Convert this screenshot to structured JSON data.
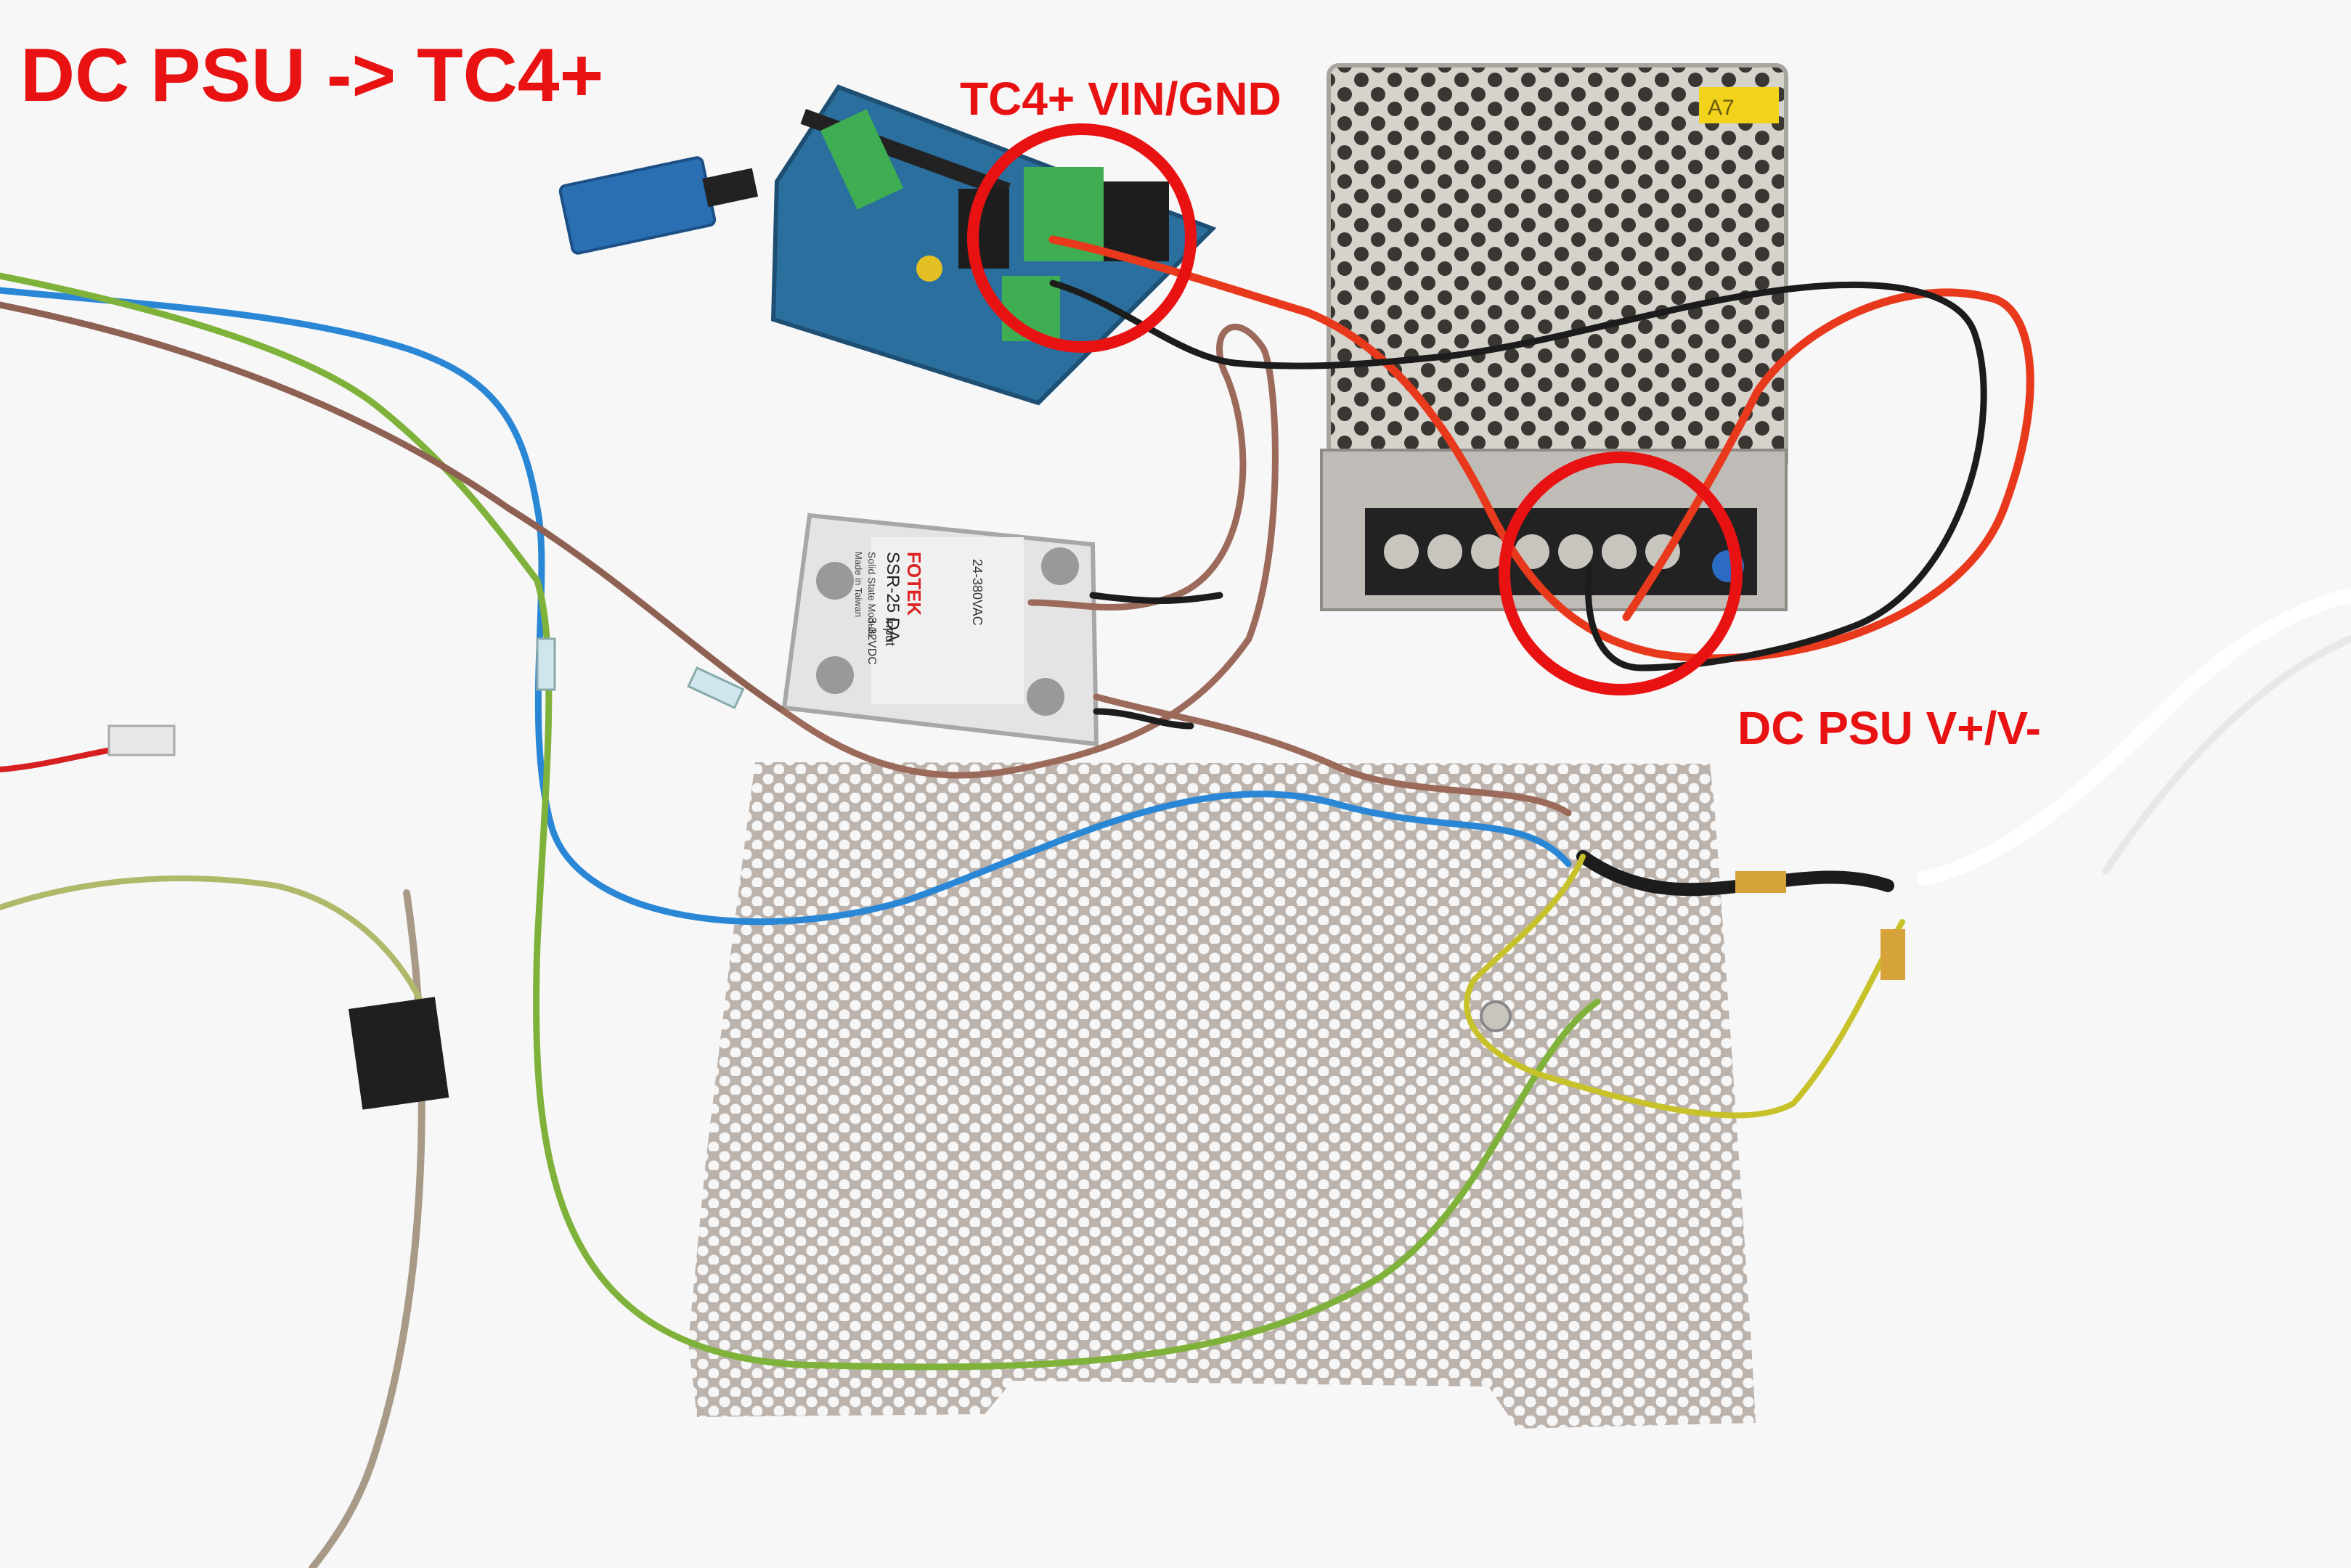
{
  "annotations": {
    "title": "DC PSU -> TC4+",
    "tc4_callout": "TC4+ VIN/GND",
    "psu_callout": "DC PSU V+/V-"
  },
  "relay": {
    "brand": "FOTEK",
    "model": "SSR-25 DA",
    "subtitle": "Solid State Module",
    "origin": "Made in Taiwan",
    "output_rating": "24-380VAC",
    "input_label": "Input",
    "input_rating": "3-32VDC"
  },
  "psu": {
    "sticker": "A7"
  },
  "colors": {
    "annotation": "#e81212",
    "wire_red": "#e8391c",
    "wire_black": "#1c1c1c",
    "wire_blue": "#2a87d6",
    "wire_brown": "#9c6a5a",
    "wire_yellow_green": "#c7c22a",
    "pcb": "#2b6f9e",
    "terminal_green": "#3fae52",
    "mesh": "#b9b0aa",
    "relay_body": "#d9d9d9"
  }
}
